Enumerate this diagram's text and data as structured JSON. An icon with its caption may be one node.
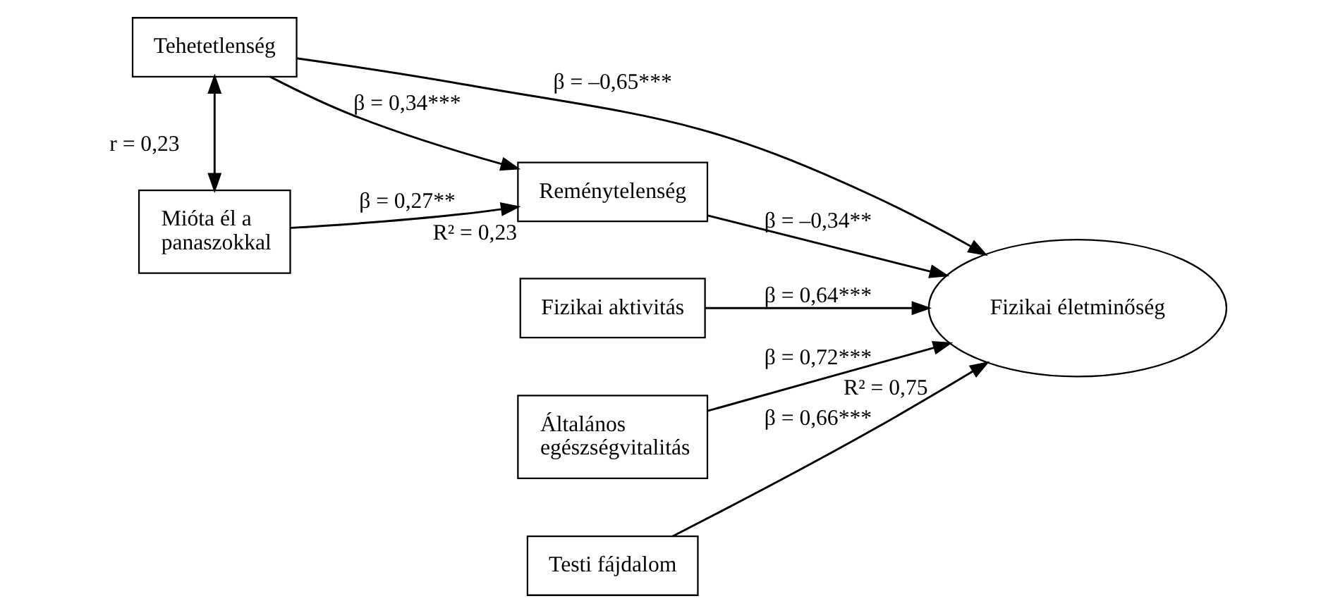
{
  "diagram": {
    "nodes": [
      {
        "text": [
          "Tehetetlenség"
        ]
      },
      {
        "text": [
          "Mióta él a panaszokkal"
        ]
      },
      {
        "text": [
          "Reménytelenség"
        ],
        "beside": [
          "R² = 0,23"
        ]
      },
      {
        "text": [
          "Fizikai életminőség"
        ],
        "beside": [
          "R² = 0,75"
        ]
      },
      {
        "text": [
          "Fizikai aktivitás"
        ]
      },
      {
        "text": [
          "Általános egészségvitalitás"
        ]
      },
      {
        "text": [
          "Testi fájdalom"
        ]
      }
    ],
    "edges": [
      {
        "from": 0,
        "to": 3,
        "arrow": "to",
        "label": "β = –0,65***"
      },
      {
        "from": 0,
        "to": 2,
        "arrow": "to",
        "label": "β = 0,34***"
      },
      {
        "from": 0,
        "to": 1,
        "arrow": "both",
        "label": "r = 0,23"
      },
      {
        "from": 1,
        "to": 2,
        "arrow": "to",
        "label": "β = 0,27**"
      },
      {
        "from": 2,
        "to": 3,
        "arrow": "to",
        "label": "β = –0,34**"
      },
      {
        "from": 4,
        "to": 3,
        "arrow": "to",
        "label": "β = 0,64***"
      },
      {
        "from": 5,
        "to": 3,
        "arrow": "to",
        "label": "β = 0,72***"
      },
      {
        "from": 6,
        "to": 3,
        "arrow": "to",
        "label": "β = 0,66***"
      }
    ]
  }
}
